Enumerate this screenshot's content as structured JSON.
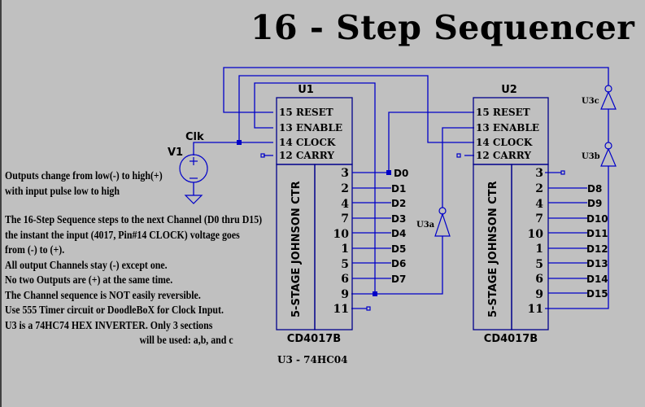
{
  "title": "16 - Step Sequencer",
  "colors": {
    "background": "#c0c0c0",
    "wire": "#0000c8",
    "component_outline": "#00008b",
    "text": "#000000"
  },
  "source": {
    "ref": "V1",
    "net_label": "Clk",
    "plus": "+",
    "minus": "−"
  },
  "chips": [
    {
      "ref": "U1",
      "part": "CD4017B",
      "body_label": "5-STAGE JOHNSON CTR",
      "control_pins": [
        "15 RESET",
        "13 ENABLE",
        "14 CLOCK",
        "12 CARRY"
      ],
      "output_pins": [
        "3",
        "2",
        "4",
        "7",
        "10",
        "1",
        "5",
        "6",
        "9",
        "11"
      ],
      "output_nets": [
        "D0",
        "D1",
        "D2",
        "D3",
        "D4",
        "D5",
        "D6",
        "D7"
      ]
    },
    {
      "ref": "U2",
      "part": "CD4017B",
      "body_label": "5-STAGE JOHNSON CTR",
      "control_pins": [
        "15 RESET",
        "13 ENABLE",
        "14 CLOCK",
        "12 CARRY"
      ],
      "output_pins": [
        "3",
        "2",
        "4",
        "7",
        "10",
        "1",
        "5",
        "6",
        "9",
        "11"
      ],
      "output_nets": [
        "D8",
        "D9",
        "D10",
        "D11",
        "D12",
        "D13",
        "D14",
        "D15"
      ]
    }
  ],
  "inverters": [
    "U3a",
    "U3b",
    "U3c"
  ],
  "inverter_part_label": "U3 - 74HC04",
  "notes": [
    "Outputs change from low(-) to high(+)",
    "with input pulse low to high",
    "",
    "The 16-Step Sequence steps to the next Channel (D0 thru D15)",
    "the instant the input (4017, Pin#14 CLOCK) voltage goes",
    "from (-) to (+).",
    "All output Channels stay (-) except one.",
    "No two Outputs are (+) at the same time.",
    "The Channel sequence is NOT easily reversible.",
    "Use 555  Timer circuit or DoodleBoX for Clock Input.",
    "U3 is a 74HC74 HEX INVERTER. Only 3  sections",
    "will be used: a,b, and c"
  ]
}
